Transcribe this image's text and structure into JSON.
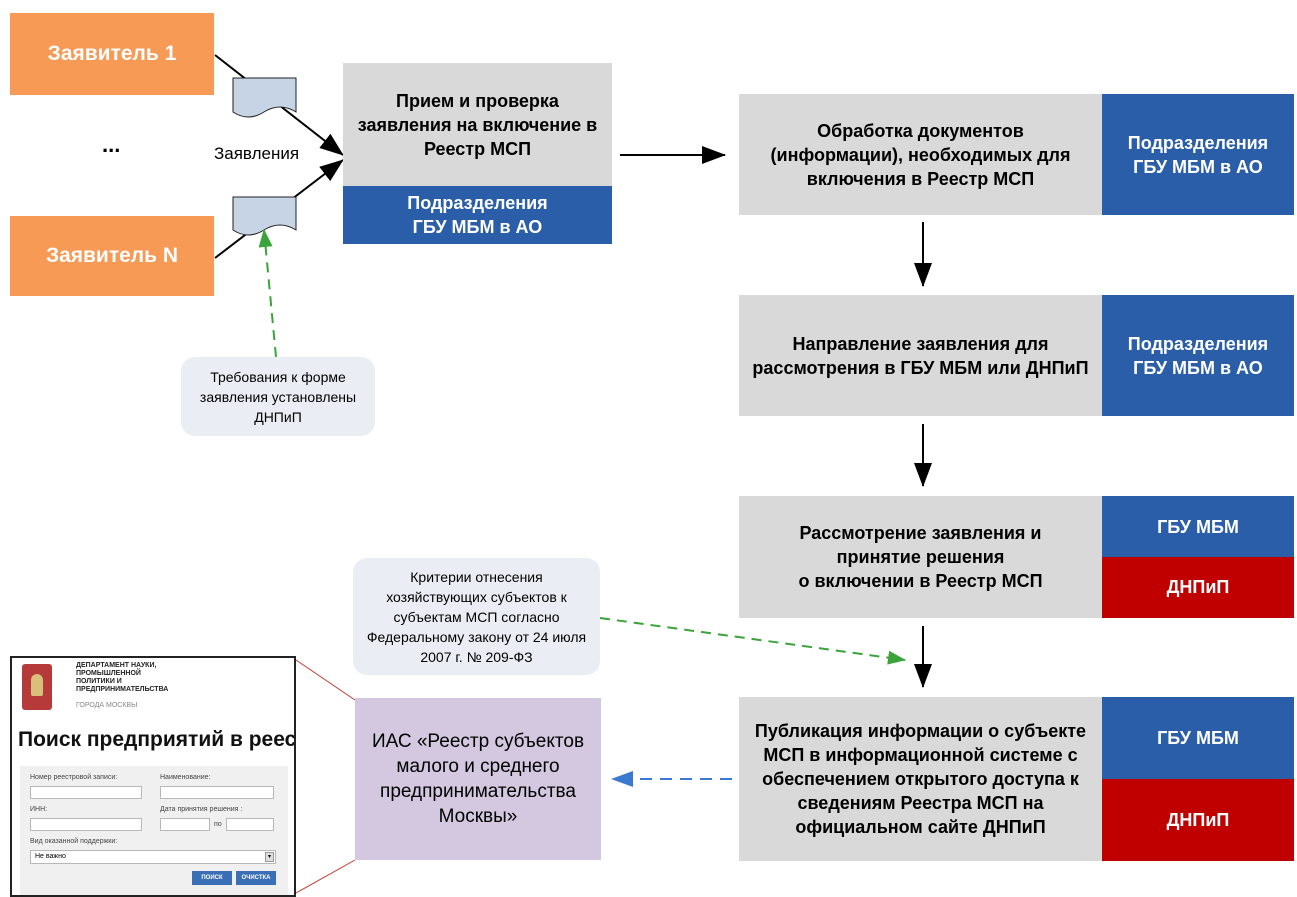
{
  "applicants": {
    "first": "Заявитель 1",
    "ellipsis": "...",
    "last": "Заявитель N",
    "flow_label": "Заявления"
  },
  "step1": {
    "title": "Прием и проверка\nзаявления на включение в\nРеестр МСП",
    "responsible": "Подразделения\nГБУ МБМ в АО"
  },
  "step2": {
    "title": "Обработка документов\n(информации), необходимых для\nвключения в Реестр МСП",
    "responsible": "Подразделения\nГБУ МБМ в АО"
  },
  "step3": {
    "title": "Направление заявления для\nрассмотрения в ГБУ МБМ или ДНПиП",
    "responsible": "Подразделения\nГБУ МБМ в АО"
  },
  "step4": {
    "title": "Рассмотрение заявления и\nпринятие решения\nо включении в Реестр МСП",
    "responsible_1": "ГБУ МБМ",
    "responsible_2": "ДНПиП"
  },
  "step5": {
    "title": "Публикация информации о субъекте\nМСП в информационной системе с\nобеспечением открытого доступа к\nсведениям Реестра МСП на\nофициальном сайте ДНПиП",
    "responsible_1": "ГБУ МБМ",
    "responsible_2": "ДНПиП"
  },
  "notes": {
    "form_requirements": "Требования к форме\nзаявления установлены\nДНПиП",
    "criteria": "Критерии отнесения\nхозяйствующих субъектов к\nсубъектам МСП согласно\nФедеральному закону от 24 июля\n2007 г. № 209-ФЗ"
  },
  "ias": {
    "label": "ИАС «Реестр субъектов\nмалого и среднего\nпредпринимательства\nМосквы»"
  },
  "website": {
    "department": "ДЕПАРТАМЕНТ НАУКИ,\nПРОМЫШЛЕННОЙ\nПОЛИТИКИ И\nПРЕДПРИНИМАТЕЛЬСТВА",
    "city": "ГОРОДА МОСКВЫ",
    "page_title": "Поиск предприятий в реестре",
    "field_record_number": "Номер реестровой записи:",
    "field_name": "Наименование:",
    "field_inn": "ИНН:",
    "field_decision_date": "Дата принятия решения :",
    "date_to": "по",
    "field_support_type": "Вид оказанной поддержки:",
    "support_selected": "Не важно",
    "search_button": "ПОИСК",
    "clear_button": "ОЧИСТКА"
  },
  "colors": {
    "applicant": "#f79a55",
    "process": "#d9d9d9",
    "gbu_mbm": "#2a5ea8",
    "dnpip": "#c00000",
    "ias": "#d3c8df",
    "note": "#eaedf3",
    "dashed_green": "#3aa33a",
    "dashed_blue": "#3b78d0"
  }
}
